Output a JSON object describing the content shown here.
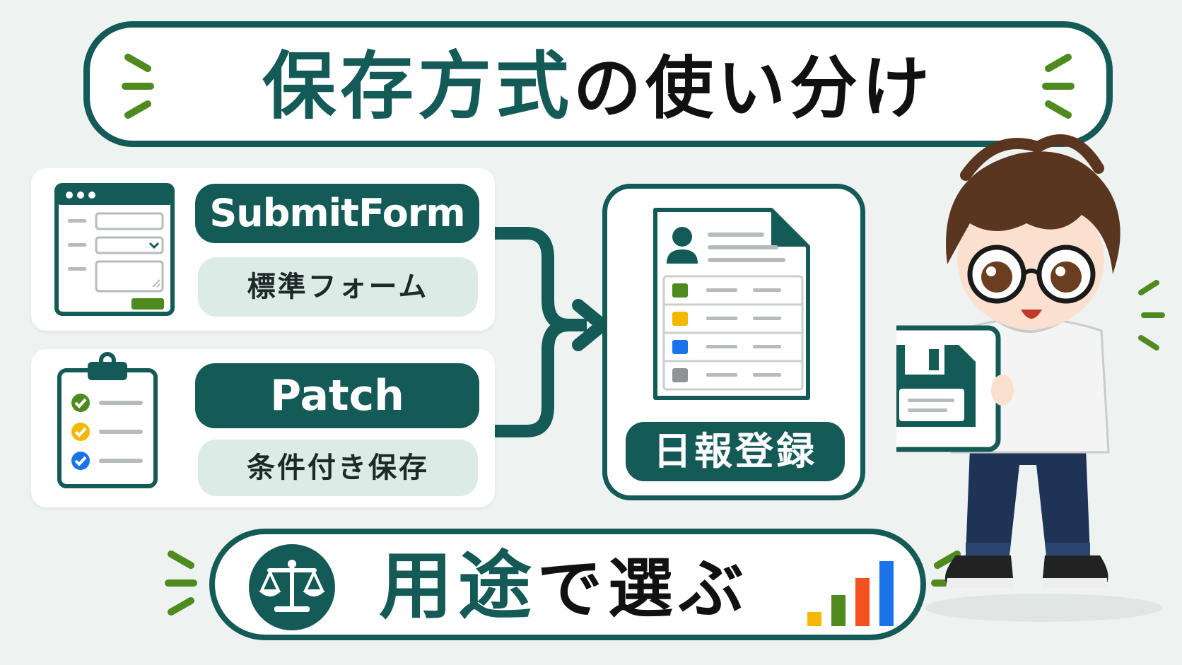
{
  "title": {
    "part1": "保存方式",
    "part2": "の使い分け"
  },
  "methods": [
    {
      "name": "SubmitForm",
      "description": "標準フォーム",
      "icon": "browser-form-icon"
    },
    {
      "name": "Patch",
      "description": "条件付き保存",
      "icon": "clipboard-checklist-icon"
    }
  ],
  "result": {
    "label": "日報登録",
    "icon": "document-list-icon"
  },
  "bottom": {
    "part1": "用途",
    "part2": "で選ぶ",
    "icons": [
      "scale-icon",
      "bar-chart-icon"
    ]
  },
  "colors": {
    "primary": "#145a57",
    "light": "#dcebe6",
    "accent_green": "#4e8a1e",
    "accent_yellow": "#f5b800",
    "accent_blue": "#1a73e8",
    "accent_orange": "#f4511e",
    "accent_gray": "#8e9493"
  }
}
